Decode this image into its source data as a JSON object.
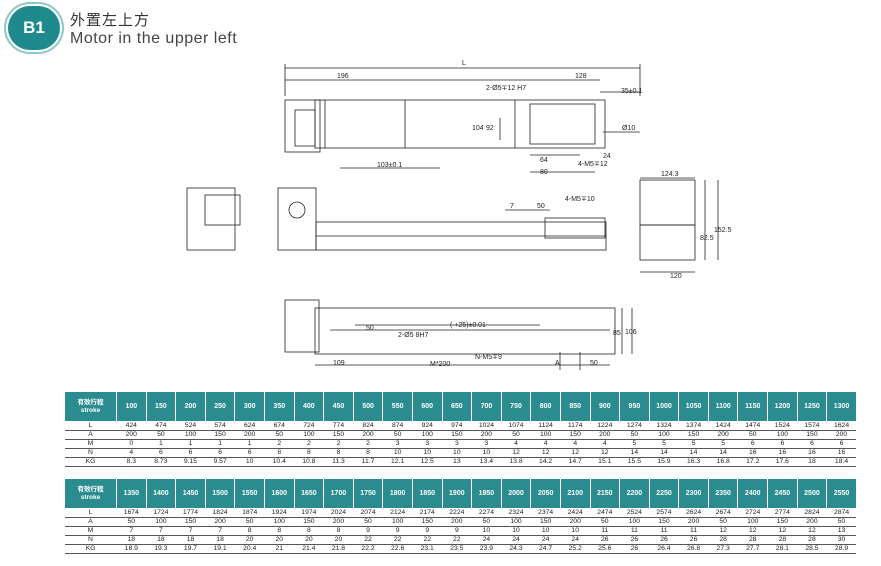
{
  "header": {
    "badge": "B1",
    "title_cn": "外置左上方",
    "title_en": "Motor in the upper left"
  },
  "drawing": {
    "dims_top": [
      "L",
      "196",
      "128",
      "35±0.1",
      "2-Ø5∓12 H7",
      "104",
      "92",
      "Ø10",
      "24",
      "64",
      "80",
      "4-M5∓12",
      "103±0.1"
    ],
    "dims_side": [
      "7",
      "50",
      "4-M5∓10"
    ],
    "dims_end": [
      "124.3",
      "82.5",
      "152.5",
      "120"
    ],
    "dims_bottom": [
      "( +25)±0.01",
      "50",
      "2-Ø5 8H7",
      "85",
      "106",
      "109",
      "M*200",
      "N-M5∓9",
      "A",
      "50"
    ]
  },
  "tables": [
    {
      "header_label": [
        "有效行程",
        "stroke"
      ],
      "strokes": [
        "100",
        "150",
        "200",
        "250",
        "300",
        "350",
        "400",
        "450",
        "500",
        "550",
        "600",
        "650",
        "700",
        "750",
        "800",
        "850",
        "900",
        "950",
        "1000",
        "1050",
        "1100",
        "1150",
        "1200",
        "1250",
        "1300"
      ],
      "rows": [
        {
          "label": "L",
          "values": [
            "424",
            "474",
            "524",
            "574",
            "624",
            "674",
            "724",
            "774",
            "824",
            "874",
            "924",
            "974",
            "1024",
            "1074",
            "1124",
            "1174",
            "1224",
            "1274",
            "1324",
            "1374",
            "1424",
            "1474",
            "1524",
            "1574",
            "1624"
          ]
        },
        {
          "label": "A",
          "values": [
            "200",
            "50",
            "100",
            "150",
            "200",
            "50",
            "100",
            "150",
            "200",
            "50",
            "100",
            "150",
            "200",
            "50",
            "100",
            "150",
            "200",
            "50",
            "100",
            "150",
            "200",
            "50",
            "100",
            "150",
            "200"
          ]
        },
        {
          "label": "M",
          "values": [
            "0",
            "1",
            "1",
            "1",
            "1",
            "2",
            "2",
            "2",
            "2",
            "3",
            "3",
            "3",
            "3",
            "4",
            "4",
            "4",
            "4",
            "5",
            "5",
            "5",
            "5",
            "6",
            "6",
            "6",
            "6"
          ]
        },
        {
          "label": "N",
          "values": [
            "4",
            "6",
            "6",
            "6",
            "6",
            "8",
            "8",
            "8",
            "8",
            "10",
            "10",
            "10",
            "10",
            "12",
            "12",
            "12",
            "12",
            "14",
            "14",
            "14",
            "14",
            "16",
            "16",
            "16",
            "16"
          ]
        },
        {
          "label": "KG",
          "values": [
            "8.3",
            "8.73",
            "9.15",
            "9.57",
            "10",
            "10.4",
            "10.8",
            "11.3",
            "11.7",
            "12.1",
            "12.5",
            "13",
            "13.4",
            "13.8",
            "14.2",
            "14.7",
            "15.1",
            "15.5",
            "15.9",
            "16.3",
            "16.8",
            "17.2",
            "17.6",
            "18",
            "18.4"
          ]
        }
      ]
    },
    {
      "header_label": [
        "有效行程",
        "stroke"
      ],
      "strokes": [
        "1350",
        "1400",
        "1450",
        "1500",
        "1550",
        "1600",
        "1650",
        "1700",
        "1750",
        "1800",
        "1850",
        "1900",
        "1950",
        "2000",
        "2050",
        "2100",
        "2150",
        "2200",
        "2250",
        "2300",
        "2350",
        "2400",
        "2450",
        "2500",
        "2550"
      ],
      "rows": [
        {
          "label": "L",
          "values": [
            "1674",
            "1724",
            "1774",
            "1824",
            "1874",
            "1924",
            "1974",
            "2024",
            "2074",
            "2124",
            "2174",
            "2224",
            "2274",
            "2324",
            "2374",
            "2424",
            "2474",
            "2524",
            "2574",
            "2624",
            "2674",
            "2724",
            "2774",
            "2824",
            "2874"
          ]
        },
        {
          "label": "A",
          "values": [
            "50",
            "100",
            "150",
            "200",
            "50",
            "100",
            "150",
            "200",
            "50",
            "100",
            "150",
            "200",
            "50",
            "100",
            "150",
            "200",
            "50",
            "100",
            "150",
            "200",
            "50",
            "100",
            "150",
            "200",
            "50"
          ]
        },
        {
          "label": "M",
          "values": [
            "7",
            "7",
            "7",
            "7",
            "8",
            "8",
            "8",
            "8",
            "9",
            "9",
            "9",
            "9",
            "10",
            "10",
            "10",
            "10",
            "11",
            "11",
            "11",
            "11",
            "12",
            "12",
            "12",
            "12",
            "13"
          ]
        },
        {
          "label": "N",
          "values": [
            "18",
            "18",
            "18",
            "18",
            "20",
            "20",
            "20",
            "20",
            "22",
            "22",
            "22",
            "22",
            "24",
            "24",
            "24",
            "24",
            "26",
            "26",
            "26",
            "26",
            "28",
            "28",
            "28",
            "28",
            "30"
          ]
        },
        {
          "label": "KG",
          "values": [
            "18.9",
            "19.3",
            "19.7",
            "19.1",
            "20.4",
            "21",
            "21.4",
            "21.8",
            "22.2",
            "22.6",
            "23.1",
            "23.5",
            "23.9",
            "24.3",
            "24.7",
            "25.2",
            "25.6",
            "26",
            "26.4",
            "26.8",
            "27.3",
            "27.7",
            "28.1",
            "28.5",
            "28.9"
          ]
        }
      ]
    }
  ]
}
